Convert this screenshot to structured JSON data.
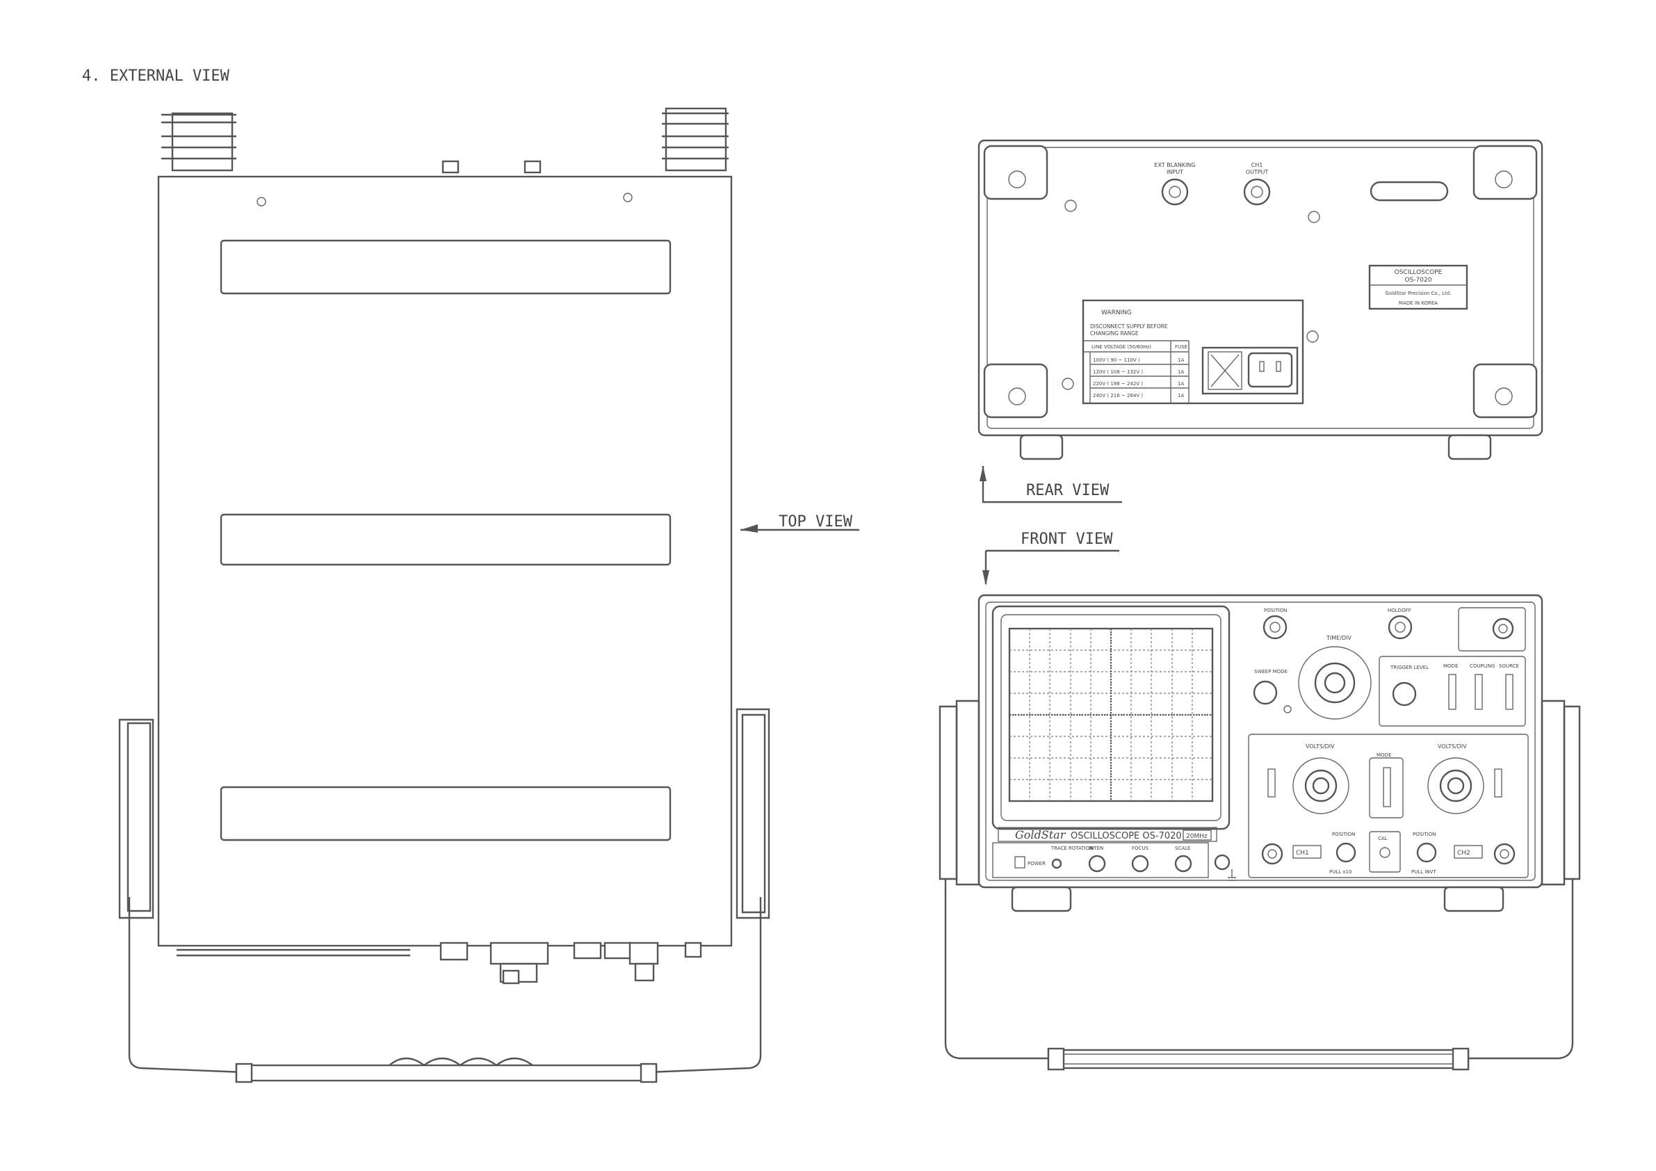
{
  "page": {
    "section_title": "4. EXTERNAL VIEW"
  },
  "labels": {
    "top_view": "TOP VIEW",
    "rear_view": "REAR VIEW",
    "front_view": "FRONT VIEW"
  },
  "rear_panel": {
    "ext_blanking_input": [
      "EXT BLANKING",
      "INPUT"
    ],
    "ch1_output": [
      "CH1",
      "OUTPUT"
    ],
    "nameplate": [
      "OSCILLOSCOPE",
      "OS-7020",
      "GoldStar Precision Co., Ltd.",
      "MADE IN KOREA"
    ],
    "warning": {
      "title": "WARNING",
      "message": [
        "DISCONNECT SUPPLY BEFORE",
        "CHANGING RANGE"
      ],
      "header": [
        "LINE VOLTAGE (50/60Hz)",
        "FUSE"
      ],
      "rows": [
        [
          "100V  ( 90 ~ 110V )",
          "1A"
        ],
        [
          "120V  ( 108 ~ 132V )",
          "1A"
        ],
        [
          "220V  ( 198 ~ 242V )",
          "1A"
        ],
        [
          "240V  ( 216 ~ 264V )",
          "1A"
        ]
      ]
    }
  },
  "front_panel": {
    "brand": "GoldStar",
    "model": "OSCILLOSCOPE OS-7020",
    "bandwidth": "20MHz",
    "position_label": "POSITION",
    "holdoff_label": "HOLDOFF",
    "time_div_label": "TIME/DIV",
    "sweep_mode_label": "SWEEP MODE",
    "trigger_level_label": "TRIGGER LEVEL",
    "mode_label": "MODE",
    "coupling_label": "COUPLING",
    "source_label": "SOURCE",
    "volts_div_left": "VOLTS/DIV",
    "volts_div_right": "VOLTS/DIV",
    "vert_mode_label": "MODE",
    "power_label": "POWER",
    "intensity_label": "INTEN",
    "focus_label": "FOCUS",
    "scale_label": "SCALE",
    "trace_rot_label": "TRACE ROTATION",
    "ch1_label": "CH1",
    "ch2_label": "CH2",
    "cal_label": "CAL",
    "pull_x10": "PULL x10",
    "pull_invert": "PULL INVT",
    "position_low": "POSITION"
  }
}
